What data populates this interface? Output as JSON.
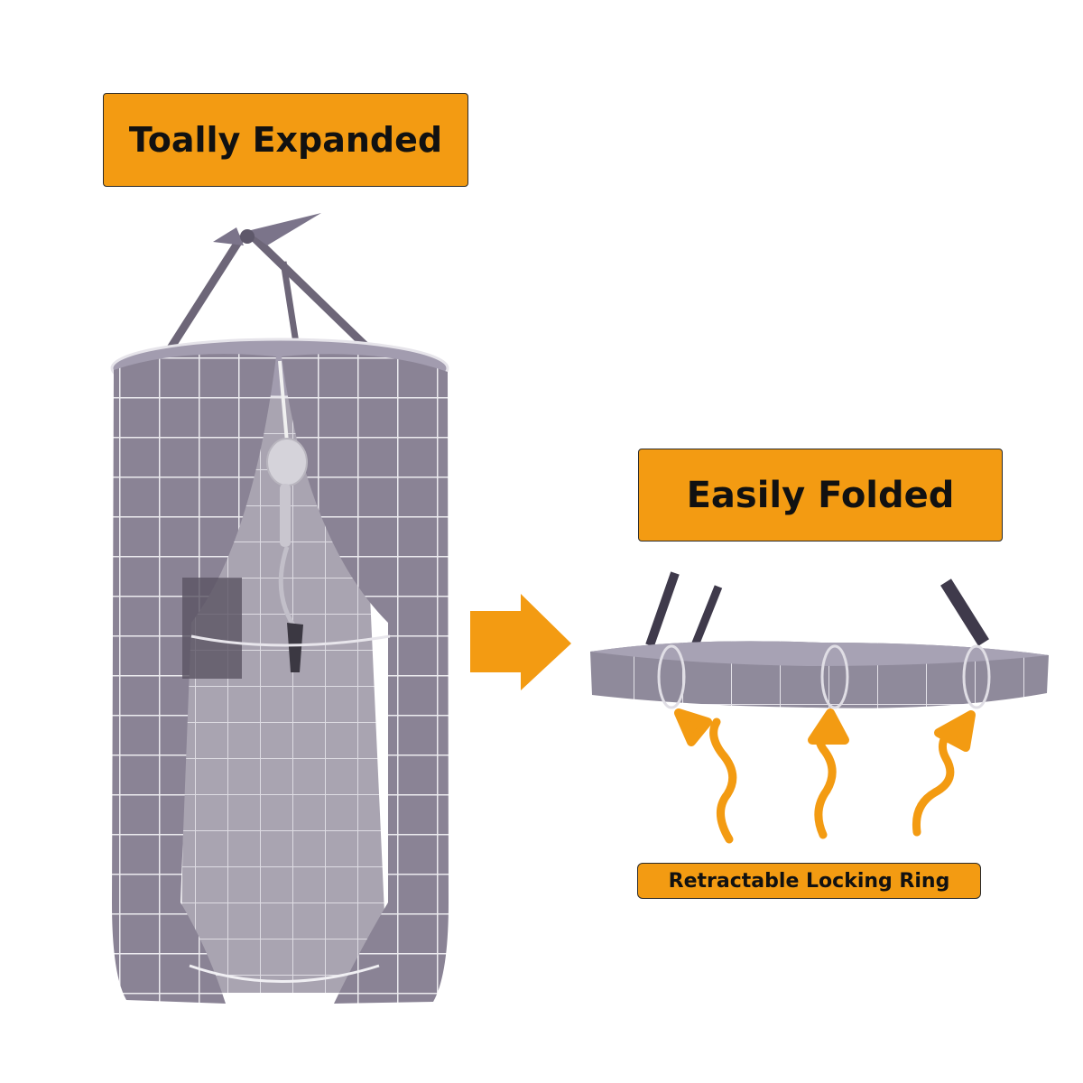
{
  "labels": {
    "expanded": "Toally Expanded",
    "folded": "Easily Folded",
    "ring": "Retractable Locking Ring"
  },
  "colors": {
    "label_bg": "#f39b12",
    "arrow": "#f39b12",
    "fabric": "#8b8496",
    "grid_line": "#e8e6ec"
  }
}
